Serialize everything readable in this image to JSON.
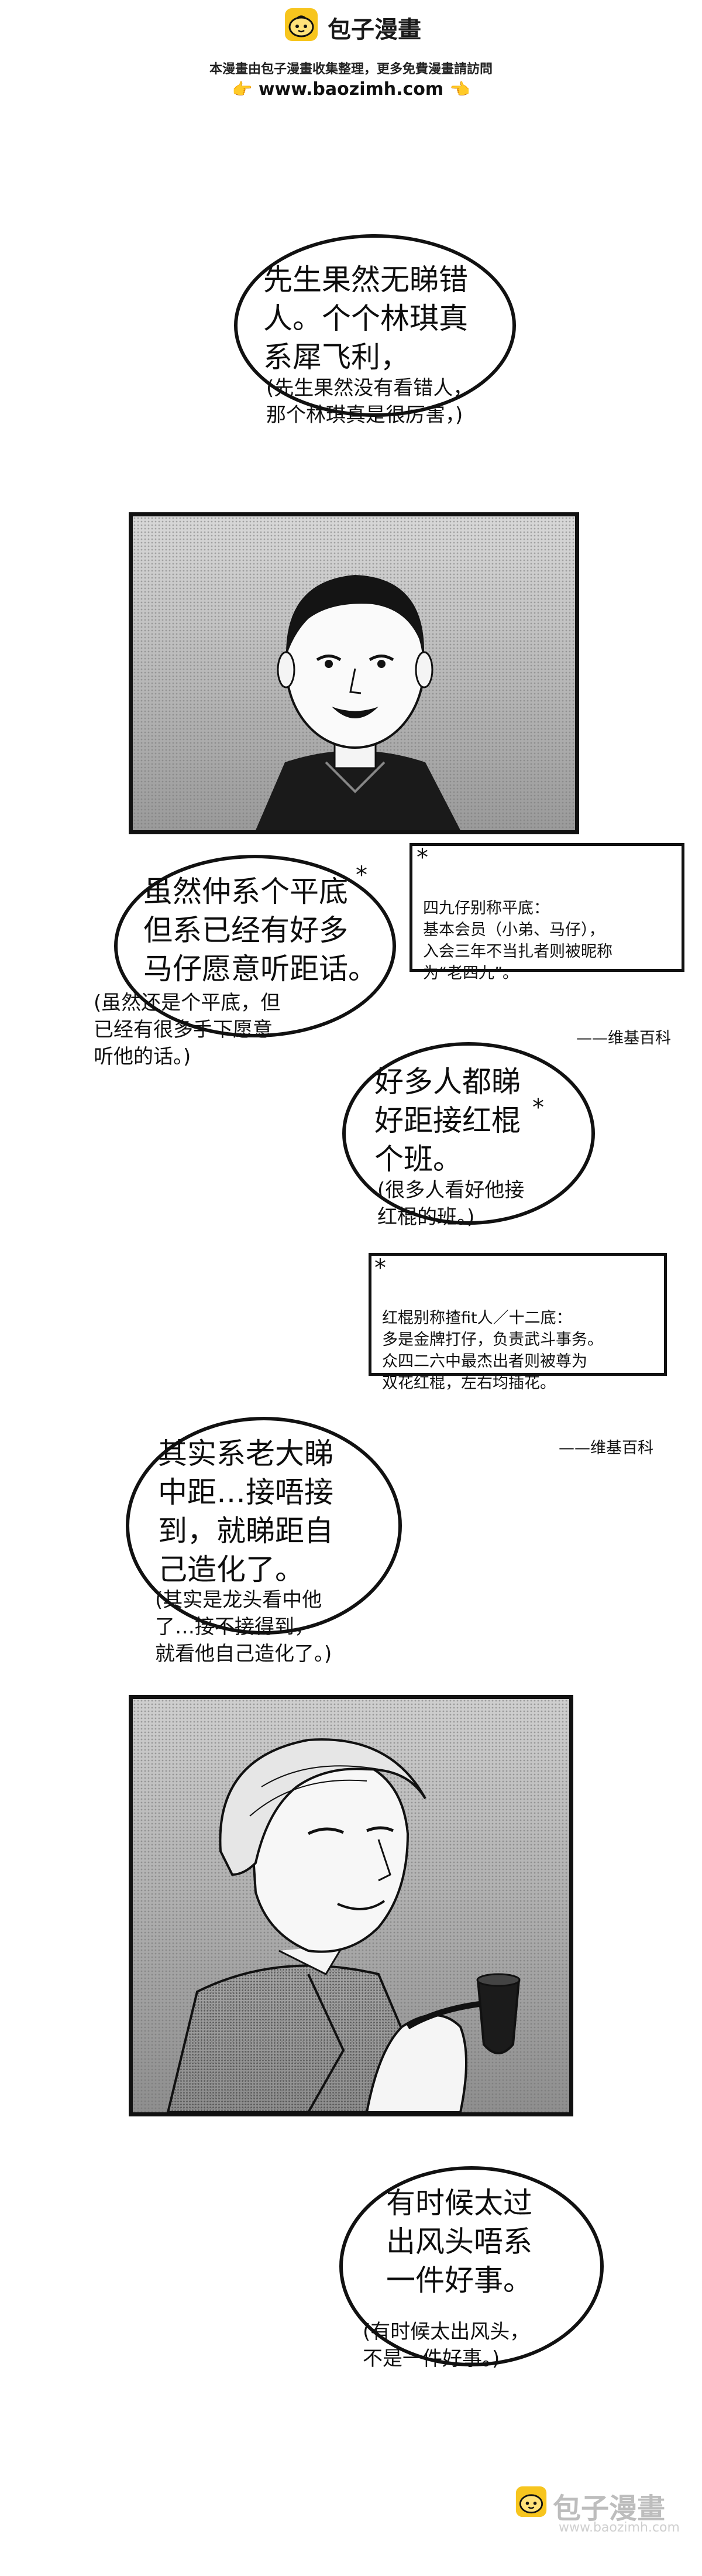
{
  "header": {
    "brand": "包子漫畫",
    "note": "本漫畫由包子漫畫收集整理，更多免費漫畫請訪問",
    "url": "www.baozimh.com"
  },
  "bubbles": [
    {
      "text": "先生果然无睇错\n人。个个林琪真\n系犀飞利，",
      "trans": "(先生果然没有看错人，\n那个林琪真是很厉害，)"
    },
    {
      "text": "虽然仲系个平底\n但系已经有好多\n马仔愿意听距话。",
      "trans": "(虽然还是个平底，但\n已经有很多手下愿意\n听他的话。)"
    },
    {
      "text": "好多人都睇\n好距接红棍\n个班。",
      "trans": "(很多人看好他接\n红棍的班。)"
    },
    {
      "text": "其实系老大睇\n中距…接唔接\n到，就睇距自\n己造化了。",
      "trans": "(其实是龙头看中他\n了…接不接得到，\n就看他自己造化了。)"
    },
    {
      "text": "有时候太过\n出风头唔系\n一件好事。",
      "trans": "(有时候太出风头，\n不是一件好事。)"
    }
  ],
  "notes": [
    {
      "text": "四九仔别称平底：\n基本会员（小弟、马仔），\n入会三年不当扎者则被昵称\n为“老四九”。",
      "source": "——维基百科"
    },
    {
      "text": "红棍别称揸fit人／十二底：\n多是金牌打仔，负责武斗事务。\n众四二六中最杰出者则被尊为\n双花红棍，左右均插花。",
      "source": "——维基百科"
    }
  ],
  "footer": {
    "brand": "包子漫畫",
    "url": "www.baozimh.com"
  }
}
